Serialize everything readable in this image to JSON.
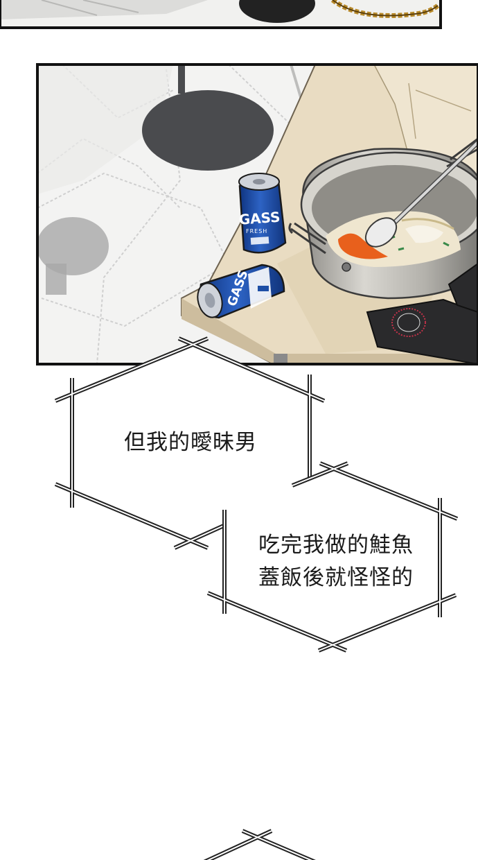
{
  "bubble_1": {
    "text": "但我的曖昧男"
  },
  "bubble_2": {
    "line_1": "吃完我做的鮭魚",
    "line_2": "蓋飯後就怪怪的"
  },
  "beer_can": {
    "brand": "GASS",
    "sub": "FRESH"
  },
  "colors": {
    "ink": "#111111",
    "floor_light": "#f2f2f2",
    "floor_shadow": "#4a4b4e",
    "table_wood": "#e9dcc2",
    "can_blue": "#1e4fa6",
    "pot_metal": "#b9b7b1",
    "trivet": "#2a2a2c",
    "broth": "#efe6cf",
    "egg_yolk": "#e8601c"
  }
}
